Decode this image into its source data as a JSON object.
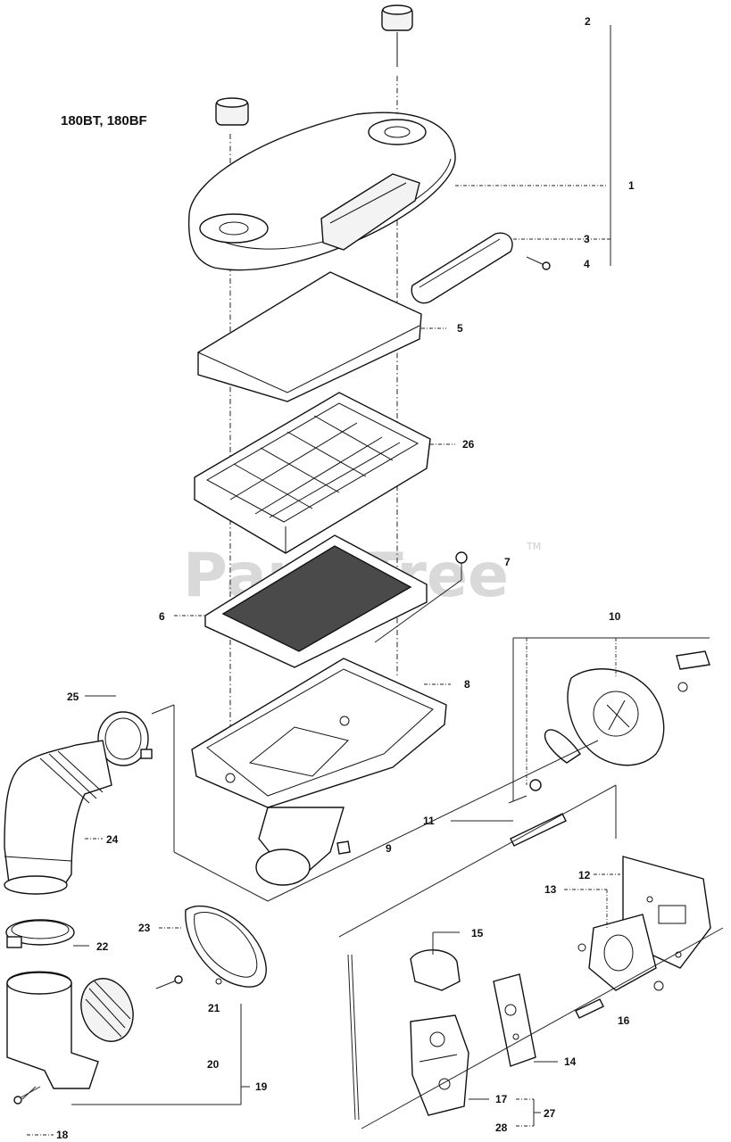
{
  "model_heading": "180BT, 180BF",
  "watermark": {
    "text": "PartsTree",
    "trademark": "TM"
  },
  "callouts": {
    "c1": "1",
    "c2": "2",
    "c3": "3",
    "c4": "4",
    "c5": "5",
    "c6": "6",
    "c7": "7",
    "c8": "8",
    "c9": "9",
    "c10": "10",
    "c11": "11",
    "c12": "12",
    "c13": "13",
    "c14": "14",
    "c15": "15",
    "c16": "16",
    "c17": "17",
    "c18": "18",
    "c19": "19",
    "c20": "20",
    "c21": "21",
    "c22": "22",
    "c23": "23",
    "c24": "24",
    "c25": "25",
    "c26": "26",
    "c27": "27",
    "c28": "28"
  }
}
